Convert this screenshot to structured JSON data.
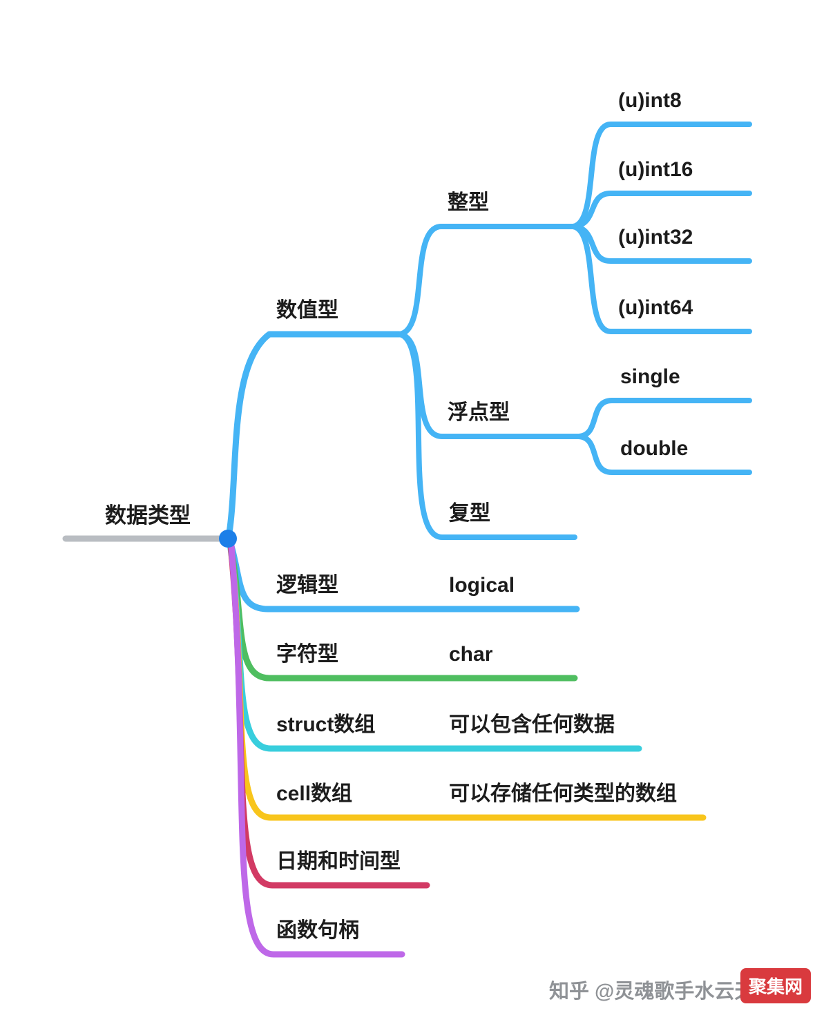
{
  "colors": {
    "blue": "#45B4F5",
    "green": "#4FBE60",
    "cyan": "#38CEDD",
    "yellow": "#F8C51C",
    "red": "#D23A64",
    "purple": "#BE68E8",
    "gray": "#B9BDC2",
    "dot": "#1C7FE8",
    "text": "#1C1C1C",
    "badge_bg": "#D93A3E",
    "watermark_text": "#8F9296"
  },
  "nodes": {
    "root": {
      "label": "数据类型"
    },
    "numeric": {
      "label": "数值型"
    },
    "integer": {
      "label": "整型"
    },
    "uint8": {
      "label": "(u)int8"
    },
    "uint16": {
      "label": "(u)int16"
    },
    "uint32": {
      "label": "(u)int32"
    },
    "uint64": {
      "label": "(u)int64"
    },
    "float": {
      "label": "浮点型"
    },
    "single": {
      "label": "single"
    },
    "double": {
      "label": "double"
    },
    "complex": {
      "label": "复型"
    },
    "logical_type": {
      "label": "逻辑型"
    },
    "logical_value": {
      "label": "logical"
    },
    "char_type": {
      "label": "字符型"
    },
    "char_value": {
      "label": "char"
    },
    "struct_array": {
      "label": "struct数组"
    },
    "struct_desc": {
      "label": "可以包含任何数据"
    },
    "cell_array": {
      "label": "cell数组"
    },
    "cell_desc": {
      "label": "可以存储任何类型的数组"
    },
    "datetime": {
      "label": "日期和时间型"
    },
    "function_handle": {
      "label": "函数句柄"
    }
  },
  "watermark": {
    "text": "知乎 @灵魂歌手水云天",
    "badge": "聚集网"
  }
}
